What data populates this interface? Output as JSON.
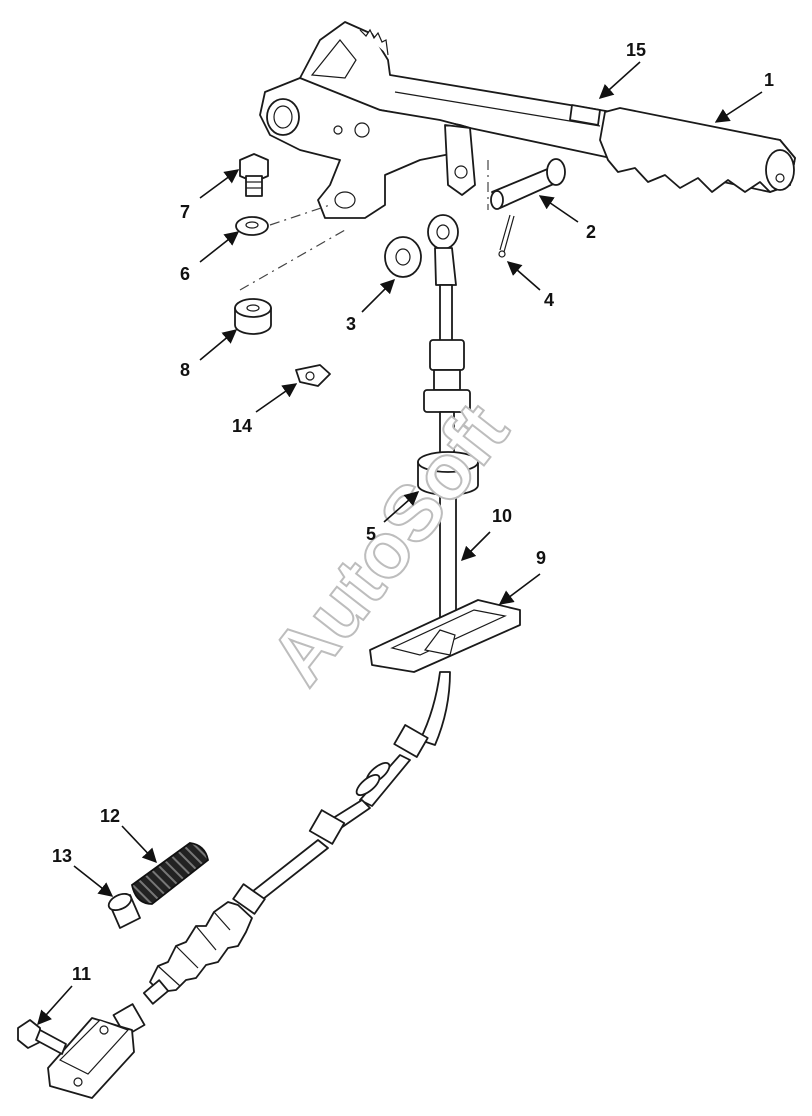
{
  "watermark": "AutoSoft",
  "callouts": {
    "c1": "1",
    "c2": "2",
    "c3": "3",
    "c4": "4",
    "c5": "5",
    "c6": "6",
    "c7": "7",
    "c8": "8",
    "c9": "9",
    "c10": "10",
    "c11": "11",
    "c12": "12",
    "c13": "13",
    "c14": "14",
    "c15": "15"
  },
  "colors": {
    "line": "#1a1a1a",
    "watermark_outline": "#bdbdbd",
    "background": "#ffffff"
  }
}
